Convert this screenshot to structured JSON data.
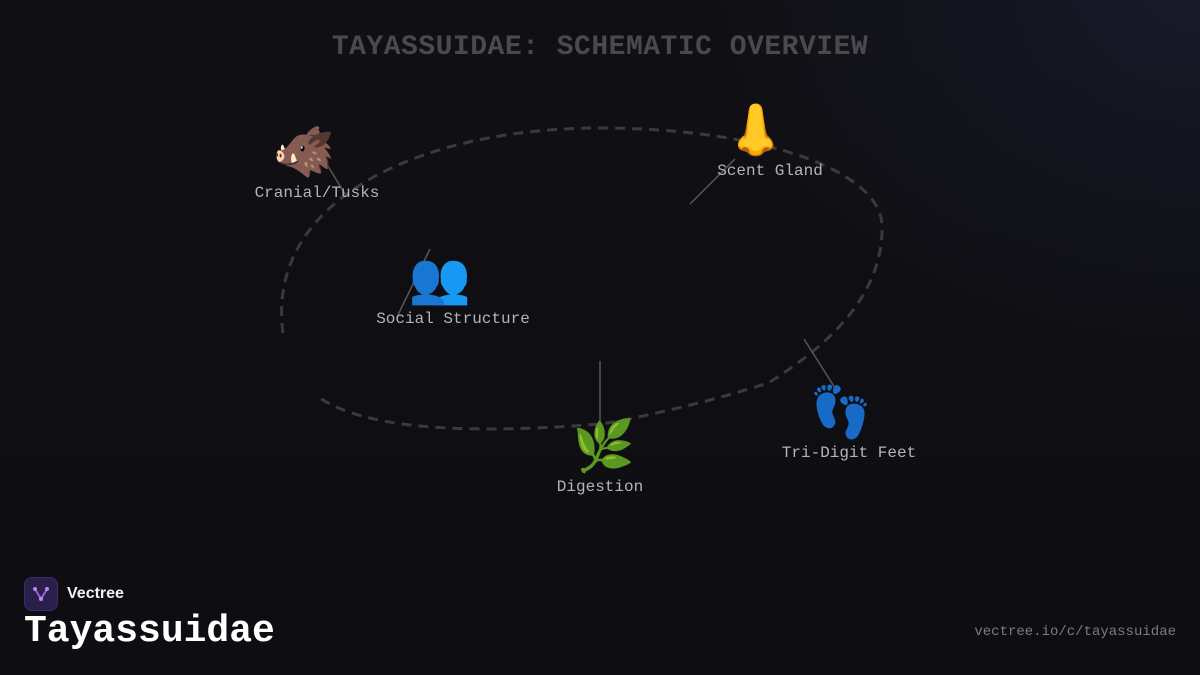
{
  "diagram": {
    "title": "TAYASSUIDAE: SCHEMATIC OVERVIEW",
    "nodes": [
      {
        "id": "cranial",
        "icon": "boar-icon",
        "glyph": "🐗",
        "label": "Cranial/Tusks"
      },
      {
        "id": "scent",
        "icon": "nose-icon",
        "glyph": "👃",
        "label": "Scent Gland"
      },
      {
        "id": "social",
        "icon": "people-icon",
        "glyph": "👥",
        "label": "Social Structure"
      },
      {
        "id": "digestion",
        "icon": "herb-icon",
        "glyph": "🌿",
        "label": "Digestion"
      },
      {
        "id": "feet",
        "icon": "footprints-icon",
        "glyph": "👣",
        "label": "Tri-Digit Feet"
      }
    ]
  },
  "footer": {
    "brand_name": "Vectree",
    "page_name": "Tayassuidae",
    "url": "vectree.io/c/tayassuidae"
  },
  "colors": {
    "background": "#0f0f12",
    "title": "#4a4a4e",
    "label": "#b5b5b8",
    "loop": "#3a3a3e",
    "brand_accent": "#9b5de5"
  }
}
